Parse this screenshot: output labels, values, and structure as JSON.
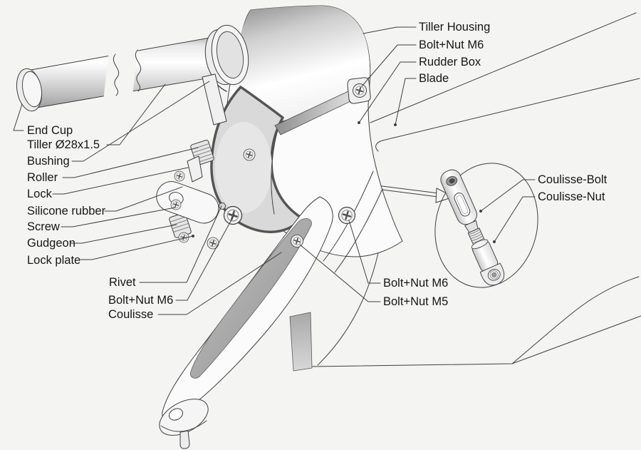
{
  "diagram": {
    "background": "#f4f4f2",
    "line_color": "#3f3f3f",
    "text_color": "#161616",
    "labels": [
      {
        "id": "tiller-housing",
        "text": "Tiller Housing"
      },
      {
        "id": "bolt-nut-m6-top",
        "text": "Bolt+Nut M6"
      },
      {
        "id": "rudder-box",
        "text": "Rudder Box"
      },
      {
        "id": "blade",
        "text": "Blade"
      },
      {
        "id": "end-cup",
        "text": "End Cup"
      },
      {
        "id": "tiller",
        "text": "Tiller Ø28x1.5"
      },
      {
        "id": "bushing",
        "text": "Bushing"
      },
      {
        "id": "roller",
        "text": "Roller"
      },
      {
        "id": "lock",
        "text": "Lock"
      },
      {
        "id": "silicone-rubber",
        "text": "Silicone rubber"
      },
      {
        "id": "screw",
        "text": "Screw"
      },
      {
        "id": "gudgeon",
        "text": "Gudgeon"
      },
      {
        "id": "lock-plate",
        "text": "Lock plate"
      },
      {
        "id": "rivet",
        "text": "Rivet"
      },
      {
        "id": "bolt-nut-m6-mid",
        "text": "Bolt+Nut M6"
      },
      {
        "id": "coulisse",
        "text": "Coulisse"
      },
      {
        "id": "bolt-nut-m6-right",
        "text": "Bolt+Nut M6"
      },
      {
        "id": "bolt-nut-m5",
        "text": "Bolt+Nut M5"
      },
      {
        "id": "coulisse-bolt",
        "text": "Coulisse-Bolt"
      },
      {
        "id": "coulisse-nut",
        "text": "Coulisse-Nut"
      }
    ]
  }
}
